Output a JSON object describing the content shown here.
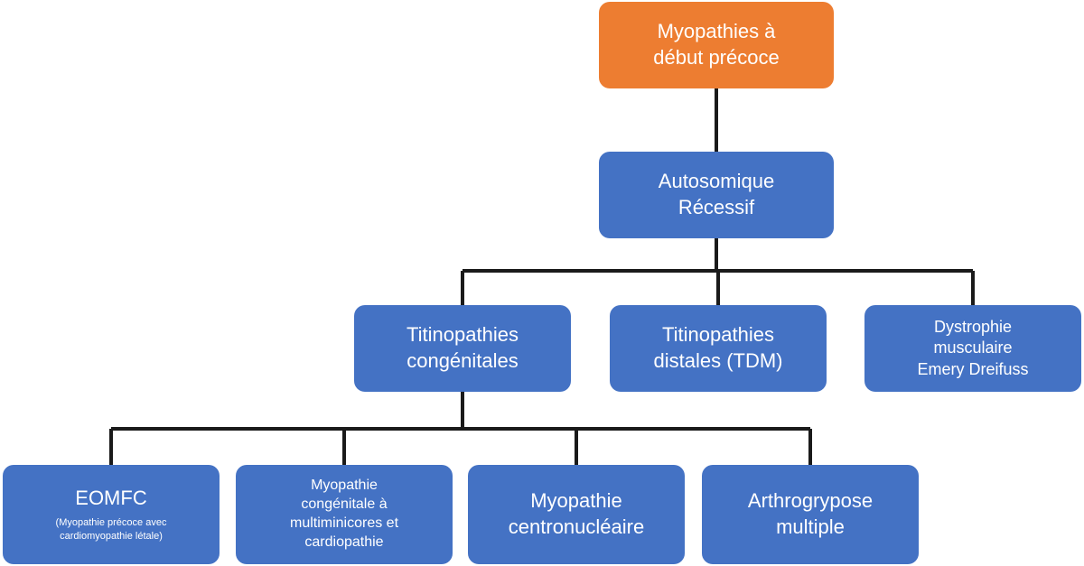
{
  "colors": {
    "root_fill": "#ed7d31",
    "node_fill": "#4472c4",
    "text": "#ffffff",
    "connector": "#1a1a1a"
  },
  "nodes": {
    "root": {
      "lines": [
        "Myopathies à",
        "début précoce"
      ]
    },
    "autosomal_recessive": {
      "lines": [
        "Autosomique",
        "Récessif"
      ]
    },
    "congenital_titinopathies": {
      "lines": [
        "Titinopathies",
        "congénitales"
      ]
    },
    "distal_titinopathies": {
      "lines": [
        "Titinopathies",
        "distales (TDM)"
      ]
    },
    "emery_dreifuss": {
      "lines": [
        "Dystrophie",
        "musculaire",
        "Emery Dreifuss"
      ]
    },
    "eomfc": {
      "title": "EOMFC",
      "subtitle_lines": [
        "(Myopathie précoce avec",
        "cardiomyopathie létale)"
      ]
    },
    "multiminicore": {
      "lines": [
        "Myopathie",
        "congénitale à",
        "multiminicores et",
        "cardiopathie"
      ]
    },
    "centronuclear": {
      "lines": [
        "Myopathie",
        "centronucléaire"
      ]
    },
    "arthrogryposis": {
      "lines": [
        "Arthrogrypose",
        "multiple"
      ]
    }
  }
}
